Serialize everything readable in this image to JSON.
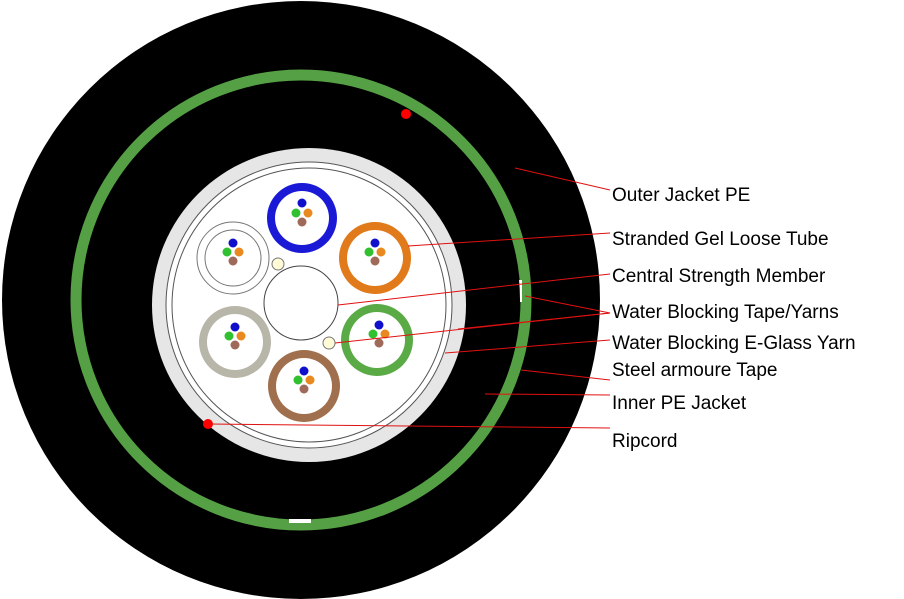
{
  "labels": {
    "outer_jacket": "Outer Jacket PE",
    "loose_tube": "Stranded Gel Loose Tube",
    "strength_member": "Central Strength Member",
    "water_tape": "Water Blocking Tape/Yarns",
    "eglass_yarn": "Water Blocking E-Glass Yarn",
    "steel_tape": "Steel armoure Tape",
    "inner_jacket": "Inner PE Jacket",
    "ripcord": "Ripcord"
  },
  "colors": {
    "jacket": "#000000",
    "armour": "#55a045",
    "core_filler": "#e6e6e6",
    "leader": "#e01010",
    "ripcord": "#ff0000",
    "tube_blue": "#1a1ad6",
    "tube_orange": "#e07a1a",
    "tube_green": "#5aaa46",
    "tube_brown": "#a0704e",
    "tube_grey": "#b8b6a8",
    "tube_white": "#ffffff",
    "fiber_blue": "#1010cc",
    "fiber_orange": "#e88a20",
    "fiber_green": "#30c030",
    "fiber_brown": "#a06a5a"
  }
}
